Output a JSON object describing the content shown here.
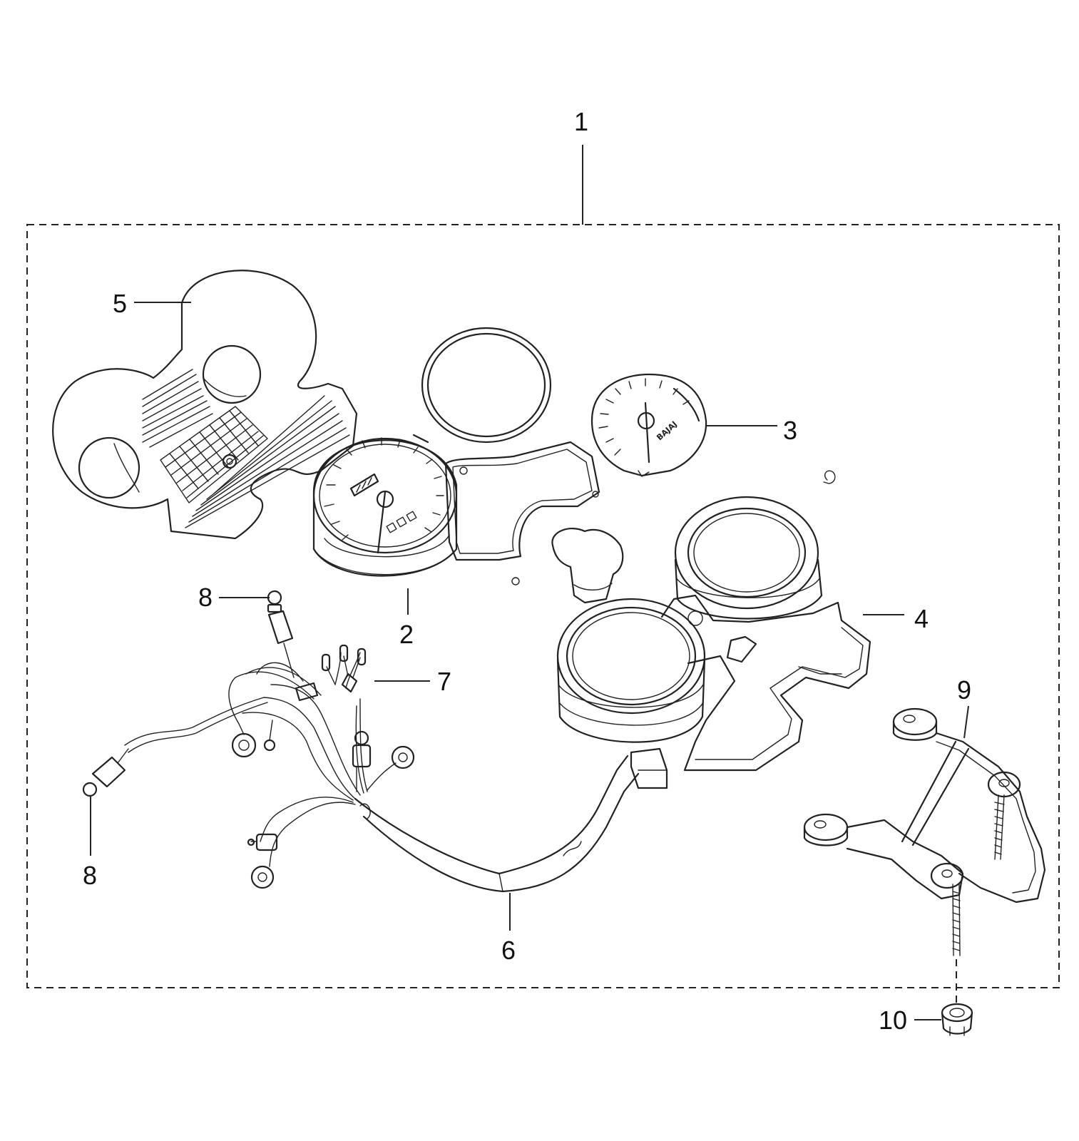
{
  "diagram": {
    "callouts": [
      {
        "id": "1",
        "text": "1"
      },
      {
        "id": "2",
        "text": "2"
      },
      {
        "id": "3",
        "text": "3"
      },
      {
        "id": "4",
        "text": "4"
      },
      {
        "id": "5",
        "text": "5"
      },
      {
        "id": "6",
        "text": "6"
      },
      {
        "id": "7",
        "text": "7"
      },
      {
        "id": "8a",
        "text": "8"
      },
      {
        "id": "8b",
        "text": "8"
      },
      {
        "id": "9",
        "text": "9"
      },
      {
        "id": "10",
        "text": "10"
      }
    ],
    "dial_brand": "BAJAJ"
  }
}
